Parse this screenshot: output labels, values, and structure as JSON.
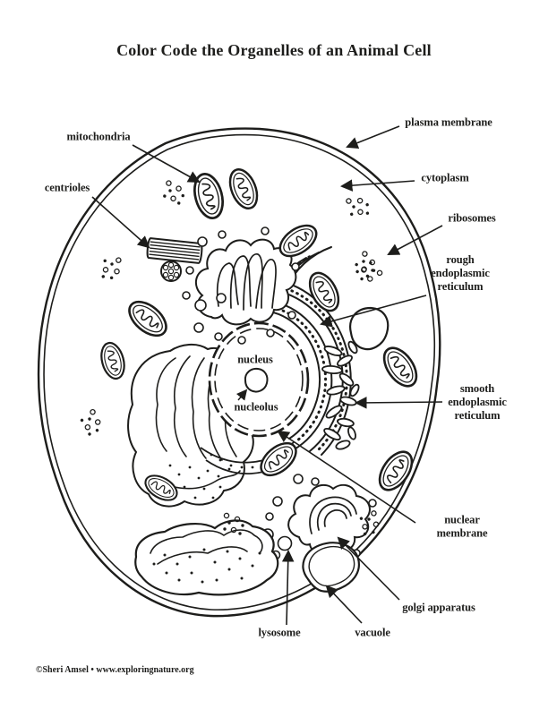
{
  "title": "Color Code the Organelles of an Animal Cell",
  "footer": "©Sheri Amsel • www.exploringnature.org",
  "colors": {
    "ink": "#1d1d1b",
    "background": "#ffffff"
  },
  "diagram": {
    "subject": "animal cell coloring diagram",
    "labels": {
      "mitochondria": "mitochondria",
      "centrioles": "centrioles",
      "plasma_membrane": "plasma membrane",
      "cytoplasm": "cytoplasm",
      "ribosomes": "ribosomes",
      "rough_er": "rough\nendoplasmic\nreticulum",
      "smooth_er": "smooth\nendoplasmic\nreticulum",
      "nuclear_membrane": "nuclear membrane",
      "golgi_apparatus": "golgi apparatus",
      "vacuole": "vacuole",
      "lysosome": "lysosome",
      "nucleus": "nucleus",
      "nucleolus": "nucleolus"
    }
  }
}
